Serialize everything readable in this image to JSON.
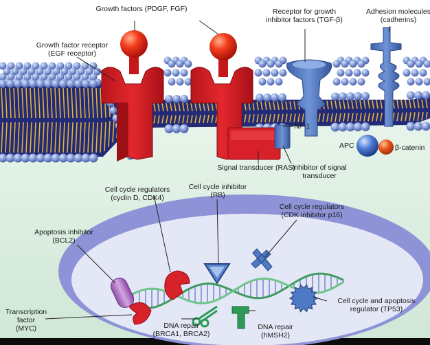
{
  "labels": {
    "growth_factors": "Growth factors (PDGF, FGF)",
    "gf_receptor": [
      "Growth factor receptor",
      "(EGF receptor)"
    ],
    "tgf_receptor": [
      "Receptor for growth",
      "inhibitor factors (TGF-β)"
    ],
    "adhesion": [
      "Adhesion molecules",
      "(cadherins)"
    ],
    "nf1": "NF-1",
    "apc": "APC",
    "beta_catenin": "β-catenin",
    "signal_transducer": "Signal transducer (RAS)",
    "inhibitor_signal": [
      "Inhibitor of signal",
      "transducer"
    ],
    "cc_regulators_cyclin": [
      "Cell cycle regulators",
      "(cyclin D, CDK4)"
    ],
    "cc_inhibitor_rb": [
      "Cell cycle inhibitor",
      "(RB)"
    ],
    "cc_regulators_cdk": [
      "Cell cycle regulators",
      "(CDK inhibitor p16)"
    ],
    "apoptosis_inhibitor": [
      "Apoptosis inhibitor",
      "(BCL2)"
    ],
    "transcription_factor": [
      "Transcription",
      "factor",
      "(MYC)"
    ],
    "dna_repair_brca": [
      "DNA repair",
      "(BRCA1, BRCA2)"
    ],
    "dna_repair_hmsh2": [
      "DNA repair",
      "(hMSH2)"
    ],
    "tp53": [
      "Cell cycle and apoptosis",
      "regulator (TP53)"
    ]
  },
  "colors": {
    "cytoplasm": "#dcefe2",
    "nucleus": "#e4e7f6",
    "nuclear_envelope": "#7b82cf",
    "lipid_head": "#7d96d8",
    "lipid_tail": "#e2b436",
    "membrane_core": "#232a78",
    "oncoprotein_red": "#d8222a",
    "growth_factor_ball": "#ee3a23",
    "inhibitor_blue": "#4e79c4",
    "bcl2_purple": "#b27bc6",
    "dna_green": "#4aa86a",
    "msh2_green": "#2d9a56"
  }
}
